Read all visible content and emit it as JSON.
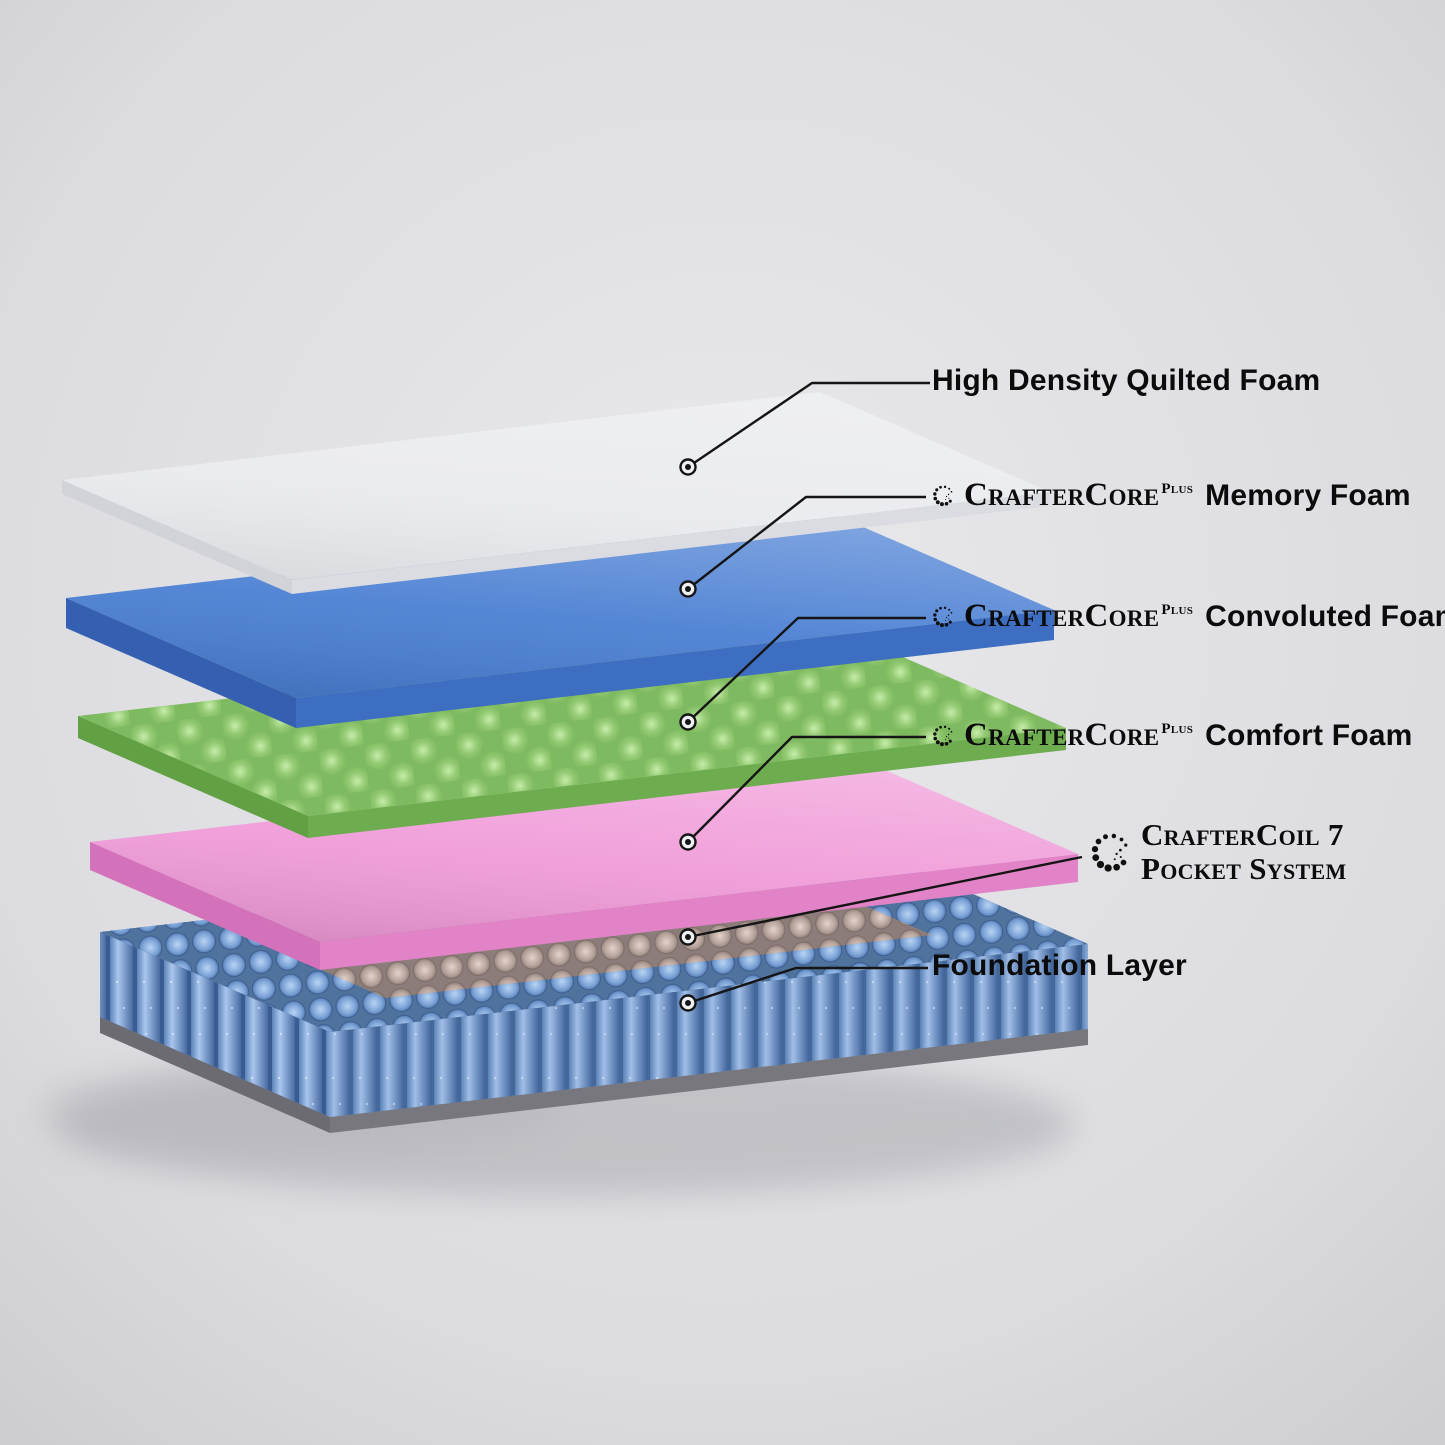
{
  "labels": {
    "quilted": {
      "text": "High Density Quilted Foam"
    },
    "memory": {
      "brand": "CrafterCore",
      "sup": "Plus",
      "text": "Memory Foam"
    },
    "convoluted": {
      "brand": "CrafterCore",
      "sup": "Plus",
      "text": "Convoluted Foam"
    },
    "comfort": {
      "brand": "CrafterCore",
      "sup": "Plus",
      "text": "Comfort Foam"
    },
    "coil": {
      "line1": "CrafterCoil 7",
      "line2": "Pocket System"
    },
    "foundation": {
      "text": "Foundation Layer"
    }
  },
  "layers": {
    "quilted": {
      "top": "#eaebef",
      "front": "#d2d3d9",
      "side": "#dbdce1"
    },
    "memory": {
      "top": "#4a7fd3",
      "front": "#3560b1",
      "side": "#3e6ec2"
    },
    "convoluted": {
      "top": "#7eba5f",
      "front": "#61a043",
      "side": "#6dac4f"
    },
    "comfort": {
      "top": "#f09ad8",
      "front": "#d371ba",
      "side": "#e283c8"
    },
    "coils": {
      "top_base": "#4f739d",
      "front_base": "#3a5c92",
      "side_base": "#436899",
      "inner_base": "#8d7d7a"
    },
    "foundation": {
      "top": "#8e8e94",
      "front": "#6b6b71",
      "side": "#77777d"
    }
  },
  "colors": {
    "background": "#dfdfe3",
    "callout_line": "#151515",
    "text": "#0b0b0b"
  }
}
